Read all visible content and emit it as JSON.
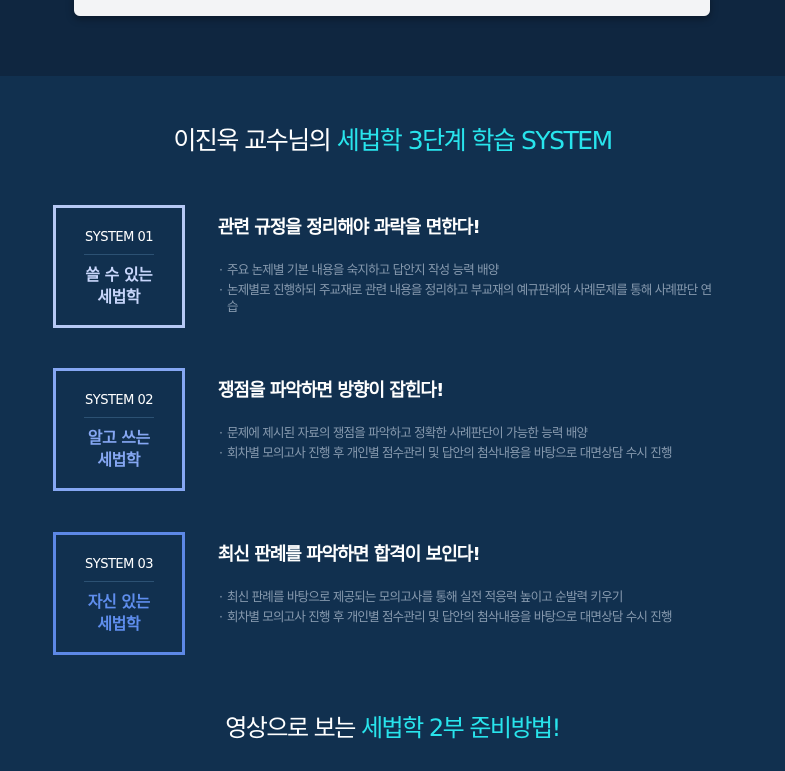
{
  "header": {
    "title_prefix": "이진욱 교수님의",
    "title_accent": "세법학 3단계 학습 SYSTEM"
  },
  "systems": [
    {
      "label": "SYSTEM 01",
      "name_line1": "쓸 수 있는",
      "name_line2": "세법학",
      "name_color": "#c8d6fb",
      "border_color": "#b6c8f4",
      "heading": "관련 규정을 정리해야 과락을 면한다!",
      "bullets": [
        "주요 논제별 기본 내용을 숙지하고 답안지 작성 능력 배양",
        "논제별로 진행하되 주교재로 관련 내용을 정리하고 부교재의 예규판례와 사례문제를 통해 사례판단 연습"
      ]
    },
    {
      "label": "SYSTEM 02",
      "name_line1": "알고 쓰는",
      "name_line2": "세법학",
      "name_color": "#86a7f3",
      "border_color": "#86a7f3",
      "heading": "쟁점을 파악하면 방향이 잡힌다!",
      "bullets": [
        "문제에 제시된 자료의 쟁점을 파악하고 정확한 사례판단이 가능한 능력 배양",
        "회차별 모의고사 진행 후 개인별 점수관리 및 답안의 첨삭내용을 바탕으로 대면상담 수시 진행"
      ]
    },
    {
      "label": "SYSTEM 03",
      "name_line1": "자신 있는",
      "name_line2": "세법학",
      "name_color": "#5f8eee",
      "border_color": "#5d88e6",
      "heading": "최신 판례를 파악하면 합격이 보인다!",
      "bullets": [
        "최신 판례를 바탕으로 제공되는 모의고사를 통해 실전 적응력 높이고 순발력 키우기",
        "회차별 모의고사 진행 후 개인별 점수관리 및 답안의 첨삭내용을 바탕으로 대면상담 수시 진행"
      ]
    }
  ],
  "footer": {
    "title_prefix": "영상으로 보는",
    "title_accent": "세법학 2부 준비방법!"
  }
}
